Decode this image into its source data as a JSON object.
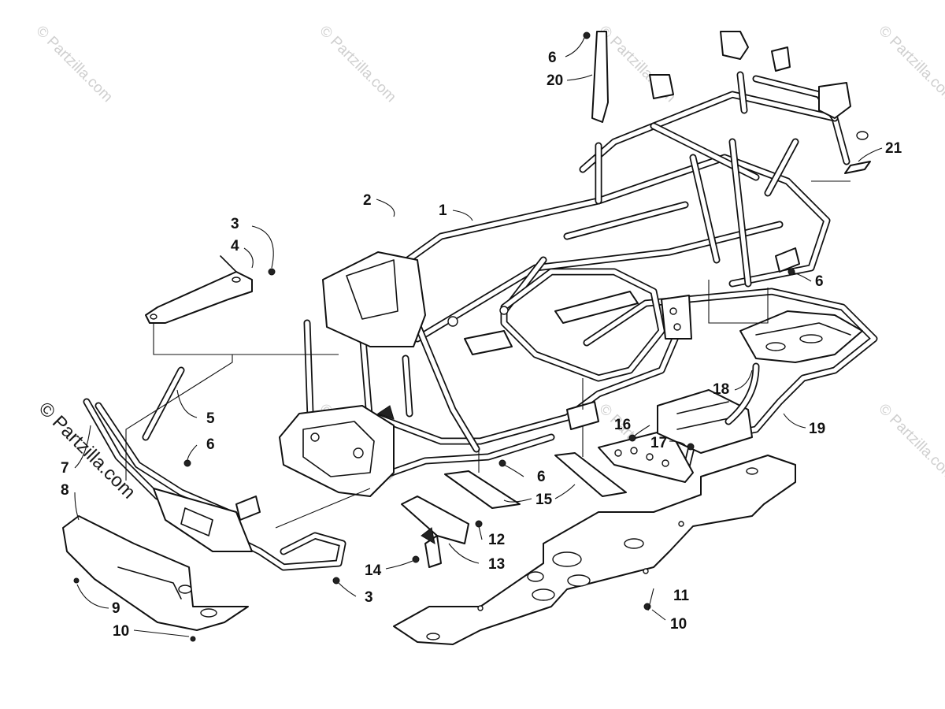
{
  "watermarks": {
    "faint": "© Partzilla.com",
    "prominent": "© Partzilla.com"
  },
  "callouts": {
    "n1": "1",
    "n2": "2",
    "n3a": "3",
    "n3b": "3",
    "n4": "4",
    "n5": "5",
    "n6a": "6",
    "n6b": "6",
    "n6c": "6",
    "n6d": "6",
    "n7": "7",
    "n8": "8",
    "n9": "9",
    "n10a": "10",
    "n10b": "10",
    "n11": "11",
    "n12": "12",
    "n13": "13",
    "n14": "14",
    "n15": "15",
    "n16": "16",
    "n17": "17",
    "n18": "18",
    "n19": "19",
    "n20": "20",
    "n21": "21"
  },
  "colors": {
    "line": "#111111",
    "background": "#ffffff",
    "watermark": "#cfcfcf"
  }
}
